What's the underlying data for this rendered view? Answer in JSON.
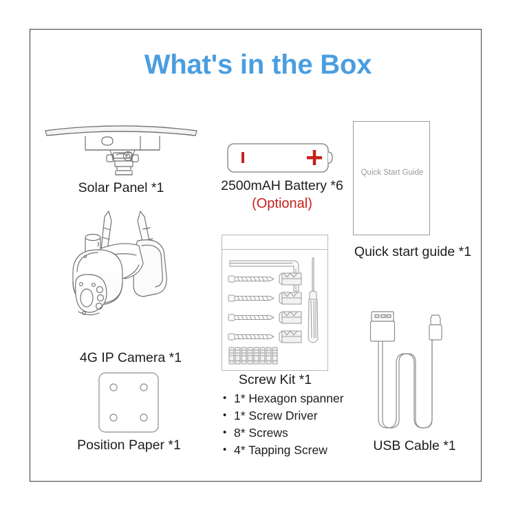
{
  "page": {
    "title": "What's in the Box",
    "title_color": "#4a9ee0",
    "background_color": "#ffffff",
    "frame_color": "#3a3a3a"
  },
  "items": [
    {
      "id": "solar-panel",
      "icon": "solar-panel-icon",
      "caption": "Solar Panel  *1"
    },
    {
      "id": "battery",
      "icon": "battery-icon",
      "caption": "2500mAH Battery  *6",
      "note": "(Optional)",
      "note_color": "#c8201c",
      "terminal_negative": "I",
      "terminal_positive": "+",
      "terminal_color": "#c8201c"
    },
    {
      "id": "quick-start-guide",
      "icon": "booklet-icon",
      "cover_text": "Quick Start Guide",
      "caption": "Quick start guide  *1"
    },
    {
      "id": "camera",
      "icon": "ptz-camera-icon",
      "caption": "4G IP Camera  *1"
    },
    {
      "id": "screw-kit",
      "icon": "screw-kit-icon",
      "caption": "Screw Kit  *1",
      "contents": [
        "1* Hexagon spanner",
        "1* Screw Driver",
        "8* Screws",
        "4* Tapping Screw"
      ]
    },
    {
      "id": "position-paper",
      "icon": "position-paper-icon",
      "caption": "Position Paper  *1"
    },
    {
      "id": "usb-cable",
      "icon": "usb-cable-icon",
      "caption": "USB Cable  *1"
    }
  ]
}
